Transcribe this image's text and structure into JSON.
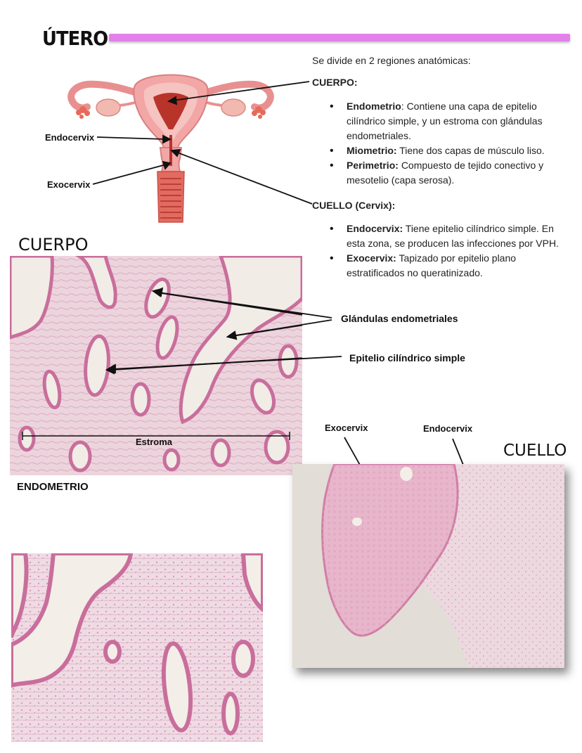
{
  "header": {
    "title": "ÚTERO"
  },
  "intro": "Se divide en 2 regiones anatómicas:",
  "cuerpo_section": {
    "heading": "CUERPO:",
    "items": [
      {
        "term": "Endometrio",
        "sep": ": ",
        "text": "Contiene una capa de epitelio cilíndrico simple, y un estroma con glándulas endometriales."
      },
      {
        "term": "Miometrio:",
        "sep": " ",
        "text": "Tiene dos capas de músculo liso."
      },
      {
        "term": "Perimetrio:",
        "sep": " ",
        "text": "Compuesto de tejido conectivo y mesotelio (capa serosa)."
      }
    ]
  },
  "cuello_section": {
    "heading": "CUELLO (Cervix):",
    "items": [
      {
        "term": "Endocervix:",
        "sep": " ",
        "text": "Tiene epitelio cilíndrico simple. En esta zona, se producen las infecciones por VPH."
      },
      {
        "term": "Exocervix:",
        "sep": " ",
        "text": "Tapizado por epitelio plano estratificados no queratinizado."
      }
    ]
  },
  "diagram_labels": {
    "endocervix": "Endocervix",
    "exocervix": "Exocervix"
  },
  "cuerpo_label": "CUERPO",
  "cuerpo_annotations": {
    "glandulas": "Glándulas endometriales",
    "epitelio": "Epitelio cilíndrico simple",
    "estroma": "Estroma"
  },
  "endometrio_label": "ENDOMETRIO",
  "cuello_label": "CUELLO",
  "cuello_annotations": {
    "exocervix": "Exocervix",
    "endocervix": "Endocervix"
  },
  "colors": {
    "accent_bar": "#e381ea",
    "tissue": "#d98bb0",
    "tissue_bg": "#ecd9dc"
  }
}
